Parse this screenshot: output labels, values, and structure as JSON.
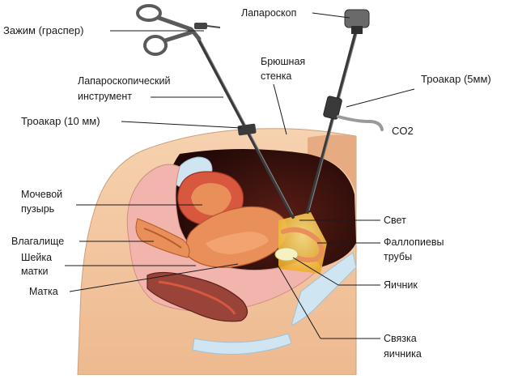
{
  "labels": {
    "grasper": "Зажим (граспер)",
    "laparoscope": "Лапароскоп",
    "lap_instrument_line1": "Лапароскопический",
    "lap_instrument_line2": "инструмент",
    "abdominal_wall_line1": "Брюшная",
    "abdominal_wall_line2": "стенка",
    "trocar_5mm": "Троакар (5мм)",
    "trocar_10mm": "Троакар (10 мм)",
    "co2": "CO2",
    "bladder_line1": "Мочевой",
    "bladder_line2": "пузырь",
    "light": "Свет",
    "vagina": "Влагалище",
    "fallopian_line1": "Фаллопиевы",
    "fallopian_line2": "трубы",
    "cervix_line1": "Шейка",
    "cervix_line2": "матки",
    "uterus": "Матка",
    "ovary": "Яичник",
    "ligament_line1": "Связка",
    "ligament_line2": "яичника"
  },
  "colors": {
    "skin": "#f3c8a2",
    "skin_dark": "#e7ab82",
    "cavity": "#3b1410",
    "uterus": "#e98f5a",
    "tissue_pink": "#f2b5ad",
    "tissue_red": "#d7573f",
    "rectum": "#9a4338",
    "bone": "#cfe6f2",
    "light": "#f6c23a",
    "instrument": "#3a3a3a"
  }
}
